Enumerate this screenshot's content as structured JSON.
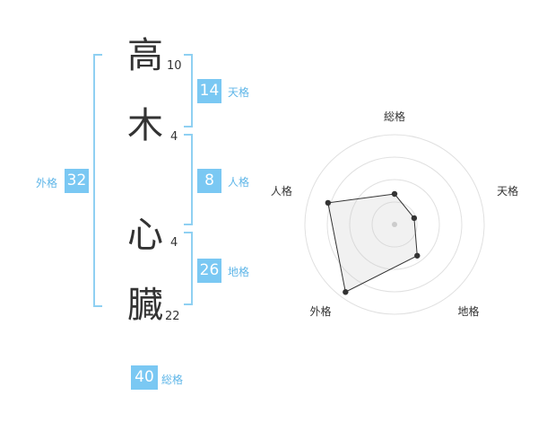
{
  "name": {
    "chars": [
      {
        "char": "高",
        "strokes": "10"
      },
      {
        "char": "木",
        "strokes": "4"
      },
      {
        "char": "心",
        "strokes": "4"
      },
      {
        "char": "臓",
        "strokes": "22"
      }
    ]
  },
  "fortunes": {
    "tenkaku": {
      "value": "14",
      "label": "天格"
    },
    "jinkaku": {
      "value": "8",
      "label": "人格"
    },
    "chikaku": {
      "value": "26",
      "label": "地格"
    },
    "gaikaku": {
      "value": "32",
      "label": "外格"
    },
    "soukaku": {
      "value": "40",
      "label": "総格"
    }
  },
  "colors": {
    "accent": "#7ac8f3",
    "bracket": "#8fd0f2",
    "label": "#5fb6e8"
  },
  "chart_data": {
    "type": "radar",
    "axes": [
      "総格",
      "天格",
      "地格",
      "外格",
      "人格"
    ],
    "values": [
      0.34,
      0.23,
      0.43,
      0.93,
      0.78
    ],
    "range": [
      0,
      1
    ],
    "rings": 4
  }
}
